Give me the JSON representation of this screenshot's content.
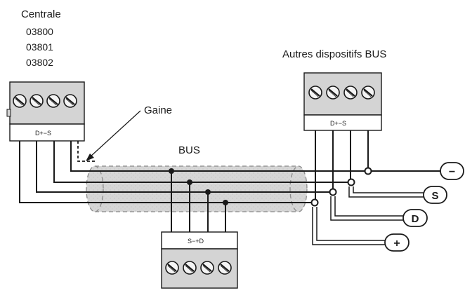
{
  "central": {
    "title": "Centrale",
    "codes": [
      "03800",
      "03801",
      "03802"
    ],
    "terminal_label": "D+−S"
  },
  "other_devices": {
    "title": "Autres dispositifs BUS",
    "terminal_label": "D+−S"
  },
  "bottom_device": {
    "terminal_label": "S−+D"
  },
  "labels": {
    "sheath": "Gaine",
    "bus": "BUS"
  },
  "signals": {
    "minus": "−",
    "s": "S",
    "d": "D",
    "plus": "+"
  },
  "colors": {
    "sheath_fill": "#d8d8d8",
    "block_fill": "#d4d4d4",
    "wire": "#1a1a1a"
  }
}
